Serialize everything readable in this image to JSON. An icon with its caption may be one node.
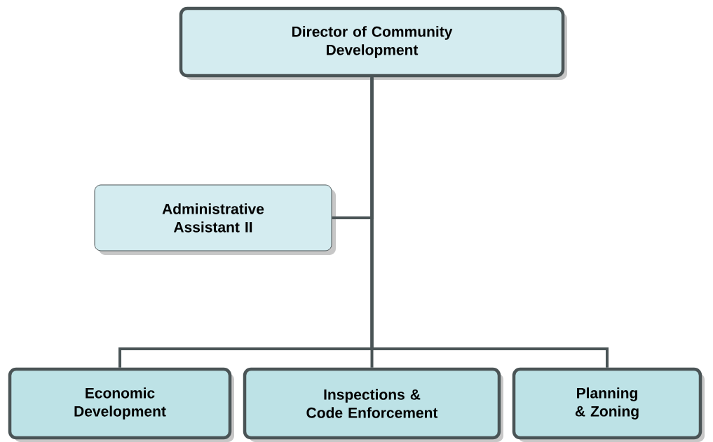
{
  "diagram": {
    "nodes": [
      {
        "text": [
          "Director of Community Development"
        ]
      },
      {
        "text": [
          "Administrative Assistant II"
        ]
      },
      {
        "text": [
          "Economic Development"
        ]
      },
      {
        "text": [
          "Inspections & Code Enforcement"
        ]
      },
      {
        "text": [
          "Planning & Zoning"
        ]
      }
    ],
    "edges": [
      {
        "from": 0,
        "to": 1,
        "arrow": "none"
      },
      {
        "from": 0,
        "to": 2,
        "arrow": "none"
      },
      {
        "from": 0,
        "to": 3,
        "arrow": "none"
      },
      {
        "from": 0,
        "to": 4,
        "arrow": "none"
      }
    ]
  }
}
